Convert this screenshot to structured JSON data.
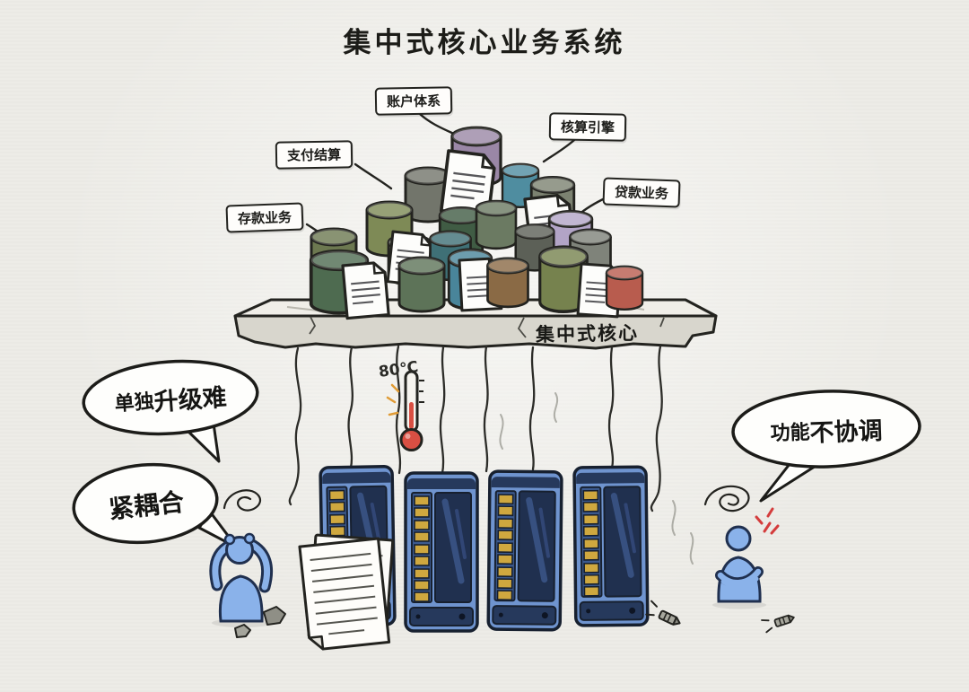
{
  "title": "集中式核心业务系统",
  "module_labels": {
    "deposit": "存款业务",
    "payment": "支付结算",
    "account": "账户体系",
    "accounting": "核算引擎",
    "loan": "贷款业务"
  },
  "platform": {
    "label": "集中式核心"
  },
  "thermometer": {
    "reading": "80℃"
  },
  "speech_bubbles": {
    "upgrade_difficulty": {
      "prefix": "单独",
      "emphasis": "升级难"
    },
    "tight_coupling": {
      "text": "紧耦合"
    },
    "uncoordinated": {
      "prefix": "功能",
      "emphasis": "不协调"
    }
  },
  "icons": {
    "cylinder": "database-cylinder",
    "document": "document-page",
    "server": "mainframe-tower",
    "thermometer": "overheating-thermometer",
    "anger": "anger-mark",
    "screw": "loose-screw",
    "scribble": "frustration-scribble"
  },
  "colors": {
    "background": "#edece7",
    "ink": "#23231f",
    "server_body": "#6f94cf",
    "server_panel": "#20304f",
    "vent_amber": "#cfa83f",
    "thermometer_red": "#d94f43",
    "figure_blue": "#8ab2ea",
    "anger_red": "#d43c3c",
    "bubble_fill": "#fefefc",
    "cylinder_palette": [
      "#9a87a6",
      "#b2a4c6",
      "#4f8da0",
      "#3f7076",
      "#7e8a56",
      "#76824e",
      "#4e6b50",
      "#5d7358",
      "#8d9c82",
      "#8a6a45",
      "#b85c4e",
      "#72756b",
      "#7f837a"
    ]
  }
}
